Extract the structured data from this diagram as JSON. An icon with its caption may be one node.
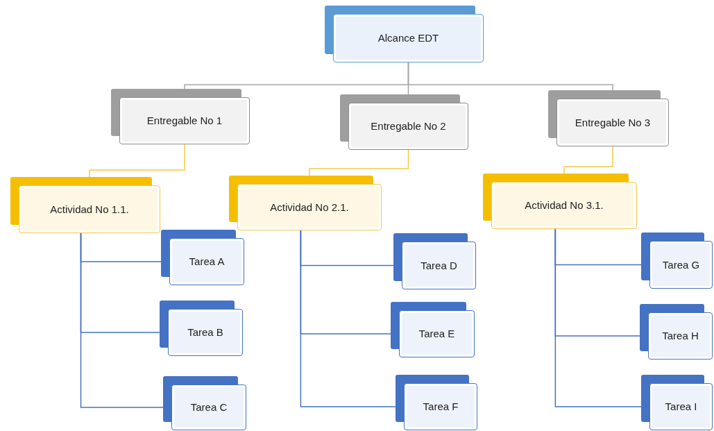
{
  "diagram": {
    "nodes": [
      {
        "text": [
          "Alcance EDT"
        ]
      },
      {
        "text": [
          "Entregable No 1"
        ]
      },
      {
        "text": [
          "Entregable No 2"
        ]
      },
      {
        "text": [
          "Entregable No 3"
        ]
      },
      {
        "text": [
          "Actividad No 1.1."
        ]
      },
      {
        "text": [
          "Actividad No 2.1."
        ]
      },
      {
        "text": [
          "Actividad No 3.1."
        ]
      },
      {
        "text": [
          "Tarea A"
        ]
      },
      {
        "text": [
          "Tarea B"
        ]
      },
      {
        "text": [
          "Tarea C"
        ]
      },
      {
        "text": [
          "Tarea D"
        ]
      },
      {
        "text": [
          "Tarea E"
        ]
      },
      {
        "text": [
          "Tarea F"
        ]
      },
      {
        "text": [
          "Tarea G"
        ]
      },
      {
        "text": [
          "Tarea H"
        ]
      },
      {
        "text": [
          "Tarea I"
        ]
      }
    ],
    "edges": [
      {
        "from": 0,
        "to": 1,
        "arrow": "none",
        "color": "#a6a6a6"
      },
      {
        "from": 0,
        "to": 2,
        "arrow": "none",
        "color": "#a6a6a6"
      },
      {
        "from": 0,
        "to": 3,
        "arrow": "none",
        "color": "#a6a6a6"
      },
      {
        "from": 1,
        "to": 4,
        "arrow": "none",
        "color": "#f7c948"
      },
      {
        "from": 2,
        "to": 5,
        "arrow": "none",
        "color": "#f7c948"
      },
      {
        "from": 3,
        "to": 6,
        "arrow": "none",
        "color": "#f7c948"
      },
      {
        "from": 4,
        "to": 7,
        "arrow": "none"
      },
      {
        "from": 4,
        "to": 8,
        "arrow": "none"
      },
      {
        "from": 4,
        "to": 9,
        "arrow": "none"
      },
      {
        "from": 5,
        "to": 10,
        "arrow": "none"
      },
      {
        "from": 5,
        "to": 11,
        "arrow": "none"
      },
      {
        "from": 5,
        "to": 12,
        "arrow": "none"
      },
      {
        "from": 6,
        "to": 13,
        "arrow": "none"
      },
      {
        "from": 6,
        "to": 14,
        "arrow": "none"
      },
      {
        "from": 6,
        "to": 15,
        "arrow": "none"
      }
    ]
  }
}
